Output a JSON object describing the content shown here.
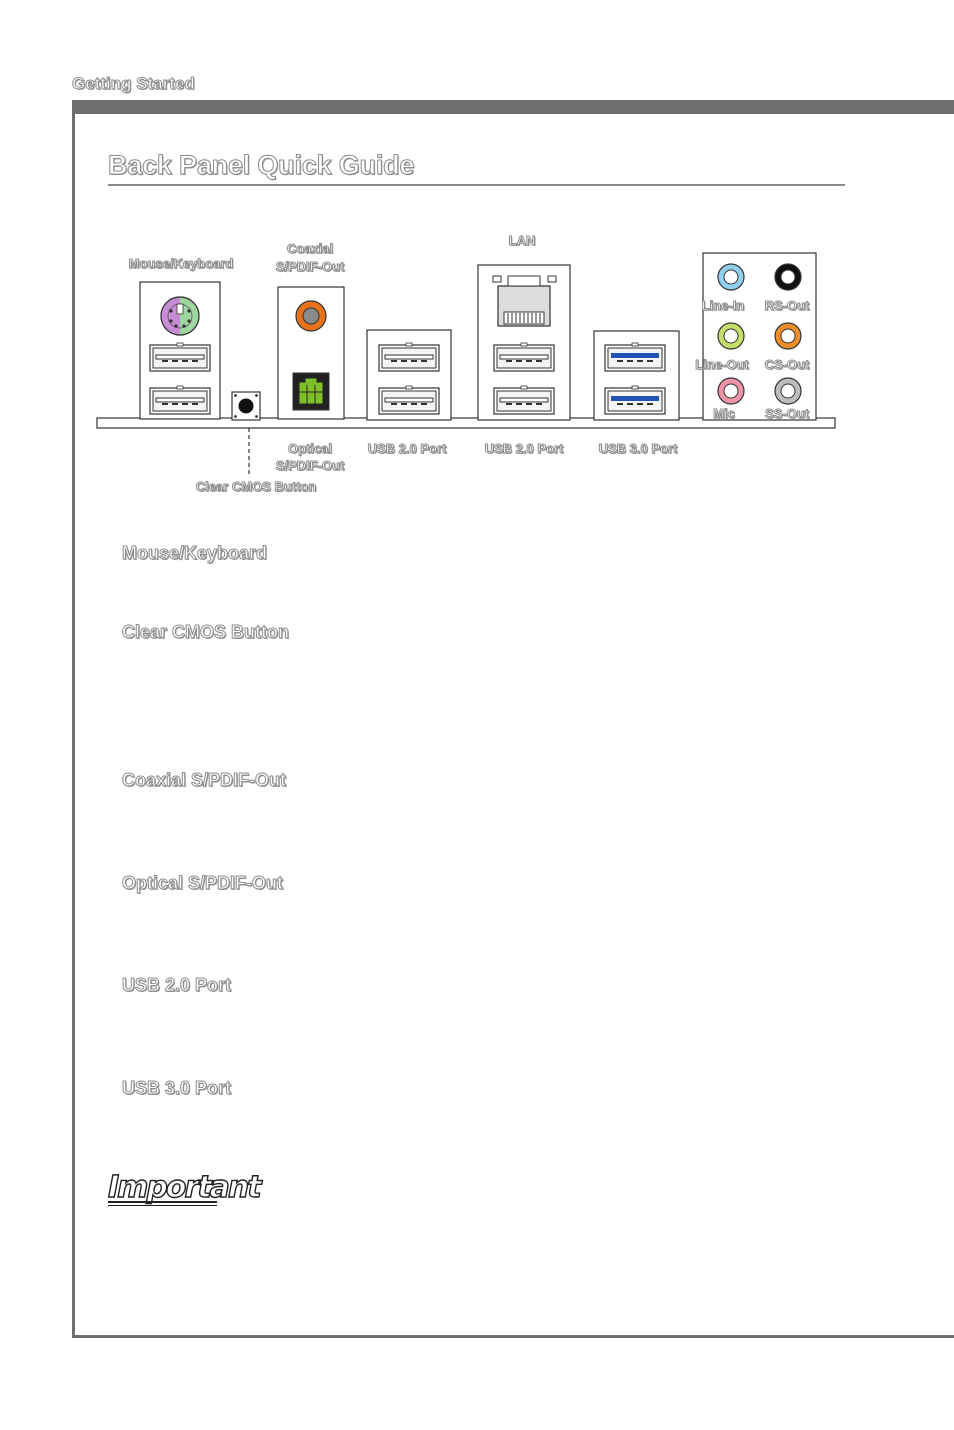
{
  "header": {
    "section_label": "Getting Started"
  },
  "title": "Back Panel Quick Guide",
  "diagram_labels": {
    "mouse_keyboard": "Mouse/Keyboard",
    "coaxial_1": "Coaxial",
    "coaxial_2": "S/PDIF-Out",
    "lan": "LAN",
    "line_in": "Line-In",
    "rs_out": "RS-Out",
    "line_out": "Line-Out",
    "cs_out": "CS-Out",
    "mic": "Mic",
    "ss_out": "SS-Out",
    "optical_1": "Optical",
    "optical_2": "S/PDIF-Out",
    "usb20_a": "USB 2.0 Port",
    "usb20_b": "USB 2.0 Port",
    "usb30": "USB 3.0 Port",
    "clear_cmos": "Clear CMOS Button"
  },
  "sections": [
    {
      "heading": "Mouse/Keyboard"
    },
    {
      "heading": "Clear CMOS Button"
    },
    {
      "heading": "Coaxial S/PDIF-Out"
    },
    {
      "heading": "Optical S/PDIF-Out"
    },
    {
      "heading": "USB 2.0 Port"
    },
    {
      "heading": "USB 3.0 Port"
    }
  ],
  "important_label": "Important",
  "colors": {
    "ps2": "#c98ad6",
    "coaxial": "#e8721c",
    "optical": "#7fbf2a",
    "usb3": "#2453b8",
    "line_in": "#8fd0ee",
    "rs_out": "#111111",
    "line_out": "#c4de6a",
    "cs_out": "#ef8c2b",
    "mic": "#ee94a6",
    "ss_out": "#bdbdbd"
  }
}
